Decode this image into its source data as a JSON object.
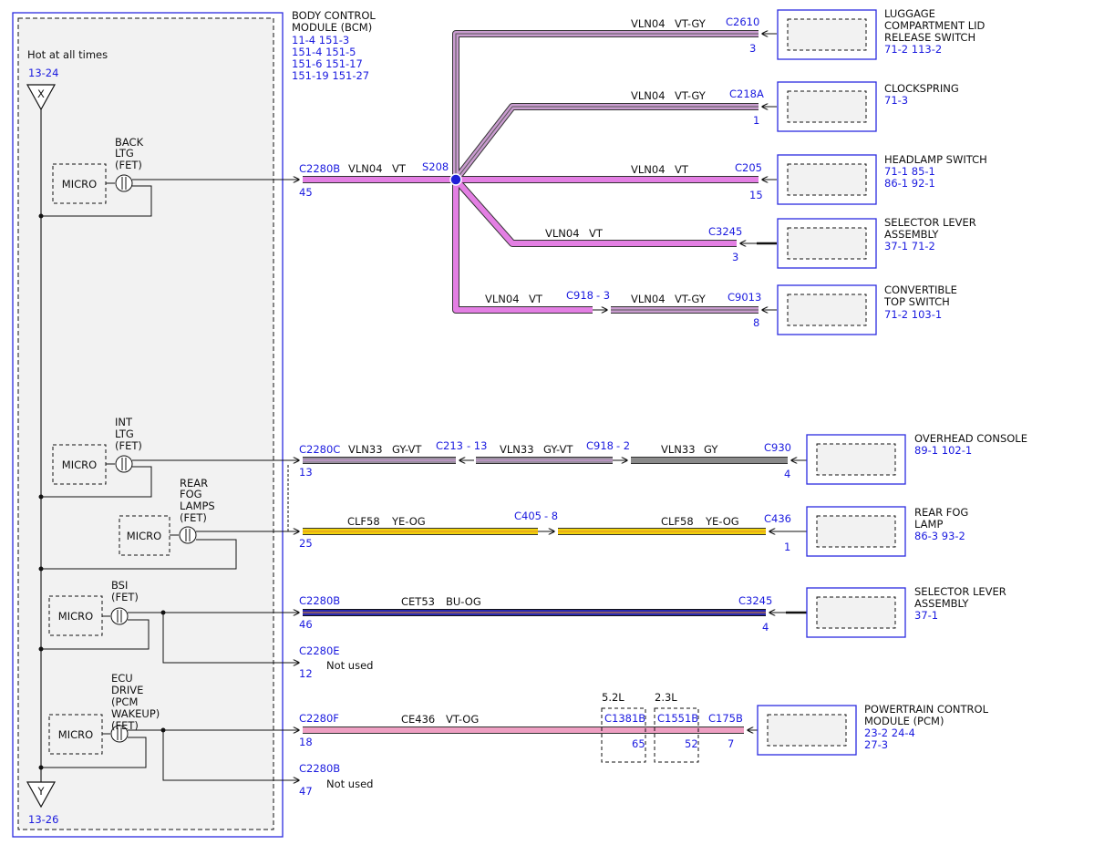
{
  "colors": {
    "violet": "#e37fe3",
    "violet_gray": "#c99ccf",
    "gray": "#8a8a8a",
    "gray_violet": "#9a8fa0",
    "yellow": "#f0d20a",
    "blue_orange": "#1f1f9e",
    "violet_orange": "#ee9fc2",
    "link_blue": "#1a1adf",
    "module_border": "#2b2be0"
  },
  "bcm": {
    "title_line1": "BODY CONTROL",
    "title_line2": "MODULE (BCM)",
    "refs": [
      "11-4   151-3",
      "151-4  151-5",
      "151-6   151-17",
      "151-19  151-27"
    ],
    "hot_label": "Hot at all times",
    "top_ref": "13-24",
    "top_node": "X",
    "bottom_node": "Y",
    "bottom_ref": "13-26",
    "micro": "MICRO",
    "fets": {
      "back_ltg": [
        "BACK",
        "LTG",
        "(FET)"
      ],
      "int_ltg": [
        "INT",
        "LTG",
        "(FET)"
      ],
      "rear_fog": [
        "REAR",
        "FOG",
        "LAMPS",
        "(FET)"
      ],
      "bsi": [
        "BSI",
        "(FET)"
      ],
      "ecu_drive": [
        "ECU",
        "DRIVE",
        "(PCM",
        "WAKEUP)",
        "(FET)"
      ]
    }
  },
  "circuit1": {
    "connector": "C2280B",
    "pin": "45",
    "wire": "VLN04",
    "color": "VT",
    "splice": "S208",
    "branches": [
      {
        "wire": "VLN04",
        "color": "VT-GY",
        "connector": "C2610",
        "pin": "3"
      },
      {
        "wire": "VLN04",
        "color": "VT-GY",
        "connector": "C218A",
        "pin": "1"
      },
      {
        "wire": "VLN04",
        "color": "VT",
        "connector": "C205",
        "pin": "15"
      },
      {
        "wire": "VLN04",
        "color": "VT",
        "connector": "C3245",
        "pin": "3"
      },
      {
        "wire": "VLN04",
        "color": "VT",
        "inline": "C918",
        "inline_pin": "- 3",
        "wire2": "VLN04",
        "color2": "VT-GY",
        "connector": "C9013",
        "pin": "8"
      }
    ]
  },
  "components": [
    {
      "name": [
        "LUGGAGE",
        "COMPARTMENT LID",
        "RELEASE SWITCH"
      ],
      "refs": "71-2    113-2"
    },
    {
      "name": [
        "CLOCKSPRING"
      ],
      "refs": "71-3"
    },
    {
      "name": [
        "HEADLAMP SWITCH"
      ],
      "refs1": "71-1    85-1",
      "refs2": "86-1    92-1"
    },
    {
      "name": [
        "SELECTOR LEVER",
        "ASSEMBLY"
      ],
      "refs": "37-1    71-2"
    },
    {
      "name": [
        "CONVERTIBLE",
        "TOP SWITCH"
      ],
      "refs": "71-2    103-1"
    },
    {
      "name": [
        "OVERHEAD CONSOLE"
      ],
      "refs": "89-1    102-1"
    },
    {
      "name": [
        "REAR FOG",
        "LAMP"
      ],
      "refs": "86-3    93-2"
    },
    {
      "name": [
        "SELECTOR LEVER",
        "ASSEMBLY"
      ],
      "refs": "37-1"
    },
    {
      "name": [
        "POWERTRAIN CONTROL",
        "MODULE (PCM)"
      ],
      "refs1": "23-2    24-4",
      "refs2": "27-3"
    }
  ],
  "circuit2": {
    "connector": "C2280C",
    "pin": "13",
    "seg1": {
      "wire": "VLN33",
      "color": "GY-VT"
    },
    "inline1": "C213",
    "inline1_pin": "- 13",
    "seg2": {
      "wire": "VLN33",
      "color": "GY-VT"
    },
    "inline2": "C918",
    "inline2_pin": "- 2",
    "seg3": {
      "wire": "VLN33",
      "color": "GY"
    },
    "end_connector": "C930",
    "end_pin": "4"
  },
  "circuit3": {
    "pin": "25",
    "seg1": {
      "wire": "CLF58",
      "color": "YE-OG"
    },
    "inline": "C405",
    "inline_pin": "- 8",
    "seg2": {
      "wire": "CLF58",
      "color": "YE-OG"
    },
    "end_connector": "C436",
    "end_pin": "1"
  },
  "circuit4": {
    "connector": "C2280B",
    "pin": "46",
    "wire": "CET53",
    "color": "BU-OG",
    "end_connector": "C3245",
    "end_pin": "4",
    "unused_connector": "C2280E",
    "unused_pin": "12",
    "unused_text": "Not used"
  },
  "circuit5": {
    "connector": "C2280F",
    "pin": "18",
    "wire": "CE436",
    "color": "VT-OG",
    "opt1_label": "5.2L",
    "opt1_connector": "C1381B",
    "opt1_pin": "65",
    "opt2_label": "2.3L",
    "opt2_connector": "C1551B",
    "opt2_pin": "52",
    "end_connector": "C175B",
    "end_pin": "7",
    "unused_connector": "C2280B",
    "unused_pin": "47",
    "unused_text": "Not used"
  }
}
